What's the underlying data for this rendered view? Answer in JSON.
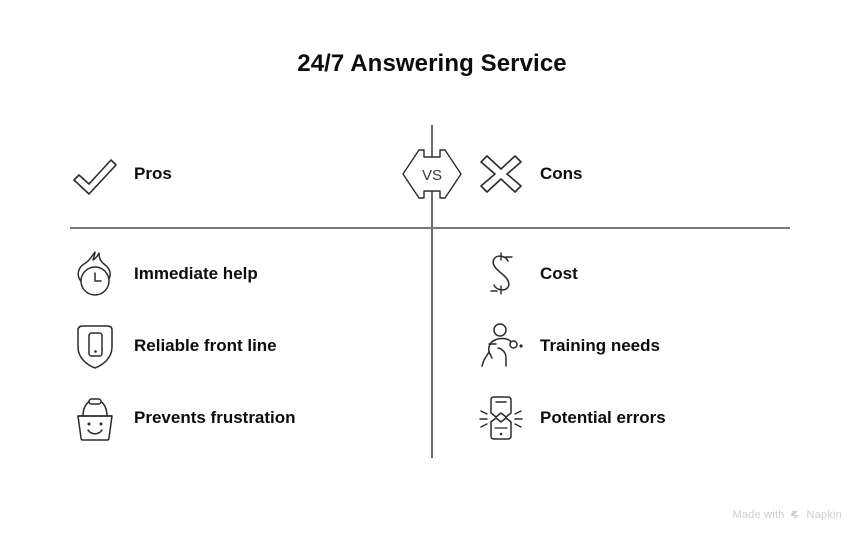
{
  "page": {
    "title": "24/7 Answering Service",
    "background_color": "#ffffff",
    "text_color": "#0d0d0d",
    "divider_color": "#7a7a7a",
    "icon_stroke_color": "#2b2b2b"
  },
  "comparison": {
    "separator_label": "VS",
    "pros": {
      "heading": "Pros",
      "heading_icon": "check-mark-icon",
      "items": [
        {
          "label": "Immediate help",
          "icon": "flame-clock-icon"
        },
        {
          "label": "Reliable front line",
          "icon": "shield-phone-icon"
        },
        {
          "label": "Prevents frustration",
          "icon": "smiling-basket-icon"
        }
      ]
    },
    "cons": {
      "heading": "Cons",
      "heading_icon": "cross-x-icon",
      "items": [
        {
          "label": "Cost",
          "icon": "dollar-sign-icon"
        },
        {
          "label": "Training needs",
          "icon": "running-person-icon"
        },
        {
          "label": "Potential errors",
          "icon": "broken-phone-icon"
        }
      ]
    }
  },
  "watermark": {
    "prefix": "Made with",
    "brand": "Napkin",
    "mark_icon": "napkin-logo-icon",
    "color": "#cfcfcf"
  }
}
